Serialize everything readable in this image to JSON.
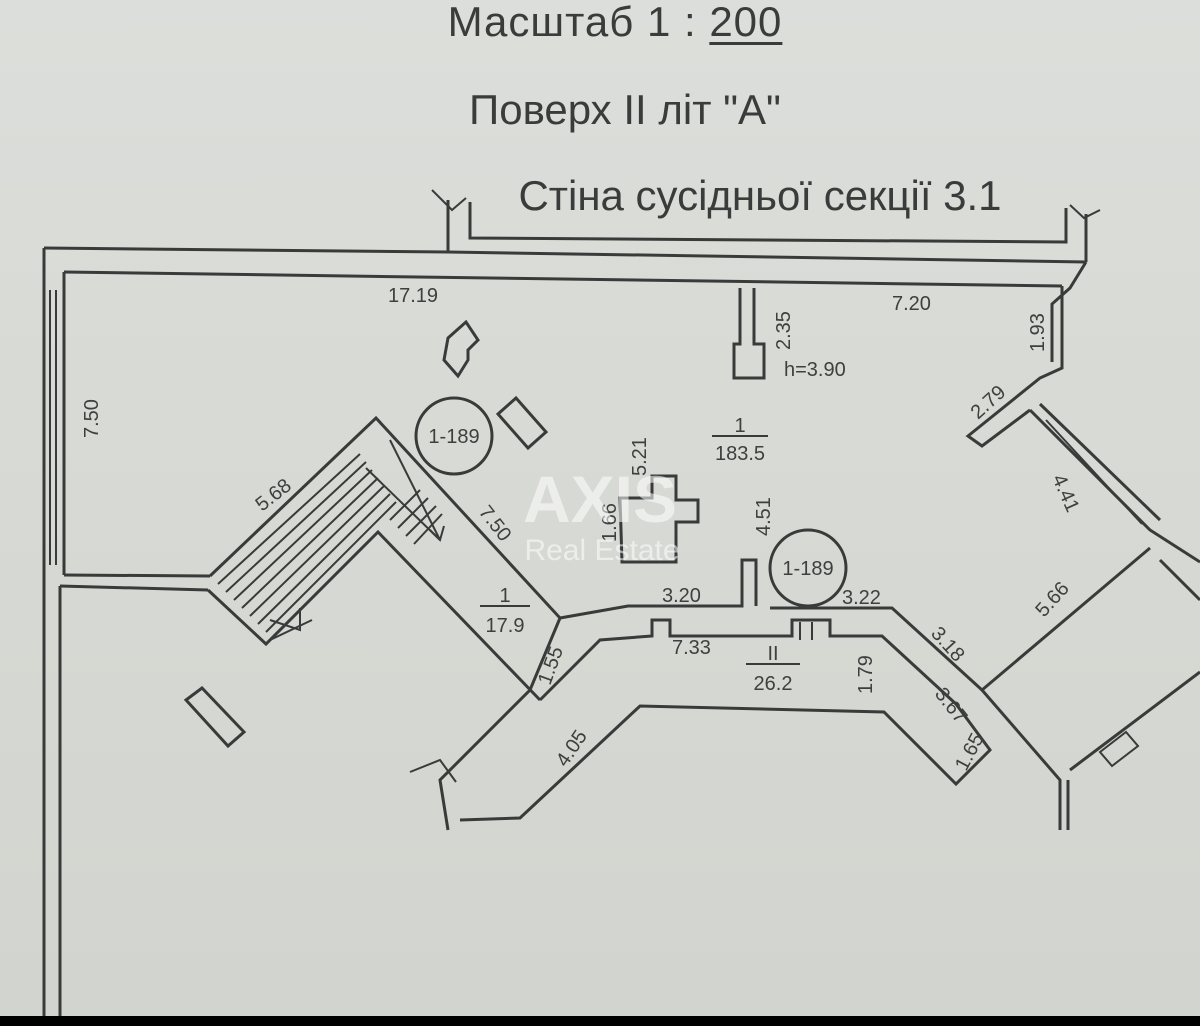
{
  "header": {
    "scale_label": "Масштаб",
    "scale_ratio": "1 :",
    "scale_value": "200",
    "floor_title": "Поверх II літ \"А\"",
    "neighbor_wall": "Стіна сусідньої секції 3.1"
  },
  "rooms": [
    {
      "number": "1",
      "area": "183.5"
    },
    {
      "number": "1",
      "area": "17.9"
    },
    {
      "number": "II",
      "area": "26.2"
    }
  ],
  "height_note": "h=3.90",
  "columns": [
    "1-189",
    "1-189"
  ],
  "dimensions": {
    "top_left": "17.19",
    "top_right": "7.20",
    "left_side": "7.50",
    "stair_width": "5.68",
    "stair_diag": "7.50",
    "stair_small": "1.55",
    "niche_top": "2.35",
    "right_short": "1.93",
    "right_diag": "2.79",
    "right_window": "4.41",
    "right_lower": "5.66",
    "center_vertical": "5.21",
    "center_short": "1.66",
    "column_height": "4.51",
    "corridor_left": "3.20",
    "corridor_right": "3.22",
    "corridor_length": "7.33",
    "corridor_height": "1.79",
    "corr_diag_1": "3.18",
    "corr_diag_2": "3.67",
    "corr_diag_3": "1.65",
    "corr_left_diag": "4.05"
  },
  "watermark": {
    "brand": "AXIS",
    "sub": "Real Estate"
  }
}
